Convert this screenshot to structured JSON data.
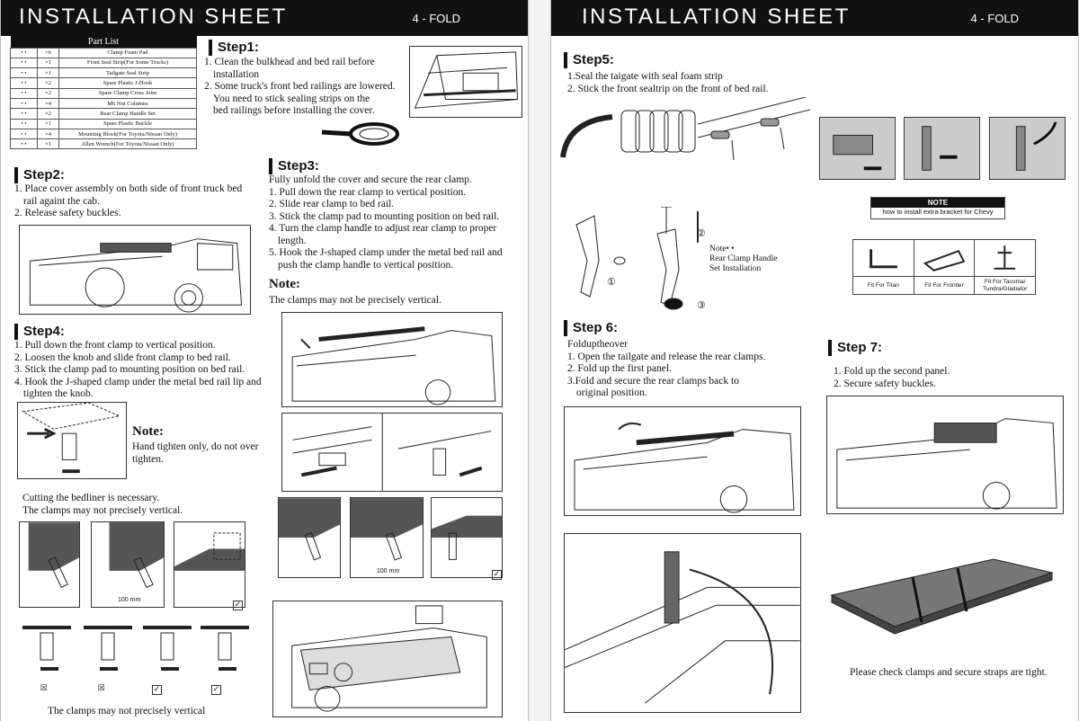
{
  "header": {
    "title": "INSTALLATION SHEET",
    "fold": "4 - FOLD"
  },
  "parts": {
    "title": "Part List",
    "rows": [
      {
        "qty": "×6",
        "name": "Clamp Foam Pad"
      },
      {
        "qty": "×1",
        "name": "Front Seal Strip(For Some Trucks)"
      },
      {
        "qty": "×1",
        "name": "Tailgate Seal Strip"
      },
      {
        "qty": "×2",
        "name": "Spare Plastic J-Hook"
      },
      {
        "qty": "×2",
        "name": "Spare Clamp Cross Joint"
      },
      {
        "qty": "×4",
        "name": "M6 Nut Columns"
      },
      {
        "qty": "×2",
        "name": "Rear Clamp Handle Set"
      },
      {
        "qty": "×1",
        "name": "Spare Plastic Buckle"
      },
      {
        "qty": "×4",
        "name": "Mounting Block(For Toyota/Nissan Only)"
      },
      {
        "qty": "×1",
        "name": "Allen Wrench(For Toyota/Nissan Only)"
      }
    ]
  },
  "steps": {
    "s1": {
      "label": "Step",
      "num": "1",
      "lines": [
        "1. Clean the bulkhead and bed rail before",
        "installation",
        "2. Some truck's front bed railings are lowered.",
        "You need to stick sealing strips on the",
        "bed railings before installing the cover."
      ]
    },
    "s2": {
      "label": "Step",
      "num": "2",
      "lines": [
        "1. Place cover assembly on both side of front truck bed",
        "rail againt the cab.",
        "2. Release safety buckles."
      ]
    },
    "s3": {
      "label": "Step",
      "num": "3",
      "lines": [
        "Fully unfold the cover and secure the rear clamp.",
        "1. Pull down the rear clamp to vertical position.",
        "2. Slide rear clamp to bed rail.",
        "3. Stick the clamp pad to mounting position on bed rail.",
        "4. Turn the clamp handle to adjust rear clamp to proper",
        "length.",
        "5. Hook the J-shaped clamp under the metal bed rail and",
        "push the clamp handle to vertical position."
      ],
      "note_title": "Note:",
      "note_text": "The clamps may not be precisely vertical."
    },
    "s4": {
      "label": "Step",
      "num": "4",
      "lines": [
        "1. Pull down the front clamp to vertical position.",
        "2. Loosen the knob and slide front clamp to bed rail.",
        "3. Stick the clamp pad to mounting position on bed rail.",
        "4. Hook the J-shaped clamp under the metal bed rail lip and",
        "tighten the knob."
      ],
      "note_title": "Note:",
      "note_lines": [
        "Hand tighten only, do not over",
        "tighten."
      ],
      "extra": [
        "Cutting the bedliner is necessary.",
        "The clamps may not precisely vertical."
      ],
      "dim": "100 mm",
      "footer": "The clamps may not precisely vertical"
    },
    "s5": {
      "label": "Step",
      "num": "5",
      "lines": [
        "1.Seal the taigate with seal foam strip",
        "2. Stick the front sealtrip on the front of bed rail."
      ],
      "handle_note": [
        "Note• •",
        "Rear Clamp Handle",
        "Set Installation"
      ],
      "n1": "①",
      "n2": "②",
      "n3": "③"
    },
    "s6": {
      "label": "Step",
      "num": "6",
      "lines": [
        "Folduptheover",
        "1. Open the tailgate and release the rear clamps.",
        "2. Fold up the first panel.",
        "3.Fold and secure the rear clamps back to",
        "original position."
      ]
    },
    "s7": {
      "label": "Step",
      "num": "7",
      "lines": [
        "1. Fold up the second panel.",
        "2. Secure safety buckles."
      ],
      "footer": "Please check clamps and secure straps are tight."
    }
  },
  "note_box": {
    "title": "NOTE",
    "text": "how to install extra bracket for Chevy"
  },
  "fits": [
    "Fit For Titan",
    "Fit For Frontier",
    "Fit For Tacoma/ Tundra/Gladiator"
  ],
  "marks": {
    "cross": "☒",
    "check": "✓"
  }
}
